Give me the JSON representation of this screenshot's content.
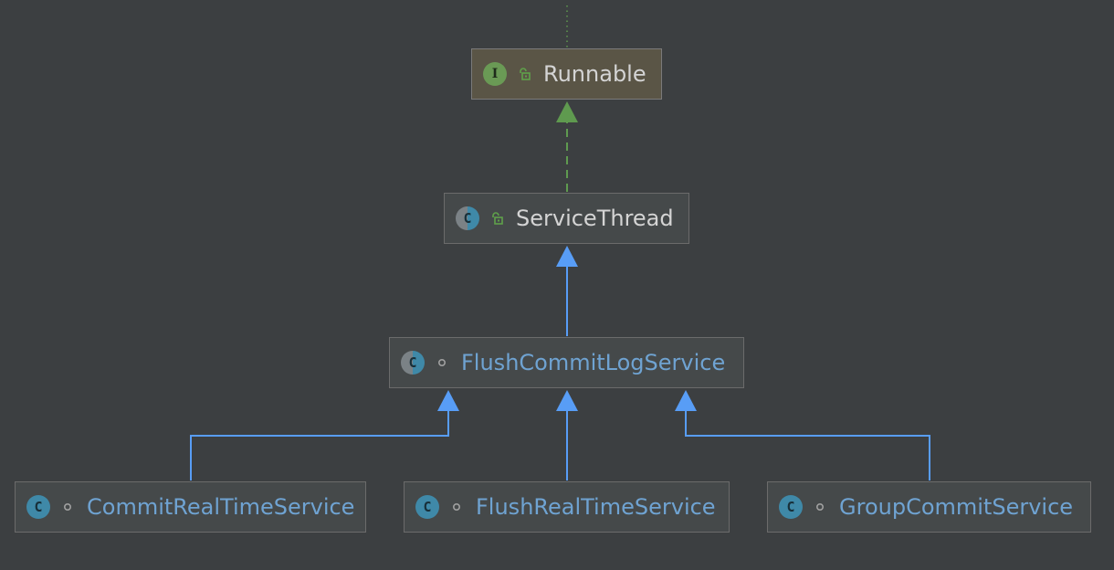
{
  "diagram": {
    "nodes": [
      {
        "id": "runnable",
        "name": "Runnable",
        "kind": "interface",
        "kind_letter": "I",
        "visibility": "public",
        "name_color": "#d4d4d4"
      },
      {
        "id": "service-thread",
        "name": "ServiceThread",
        "kind": "abstract-class",
        "kind_letter": "C",
        "visibility": "public",
        "name_color": "#d4d4d4"
      },
      {
        "id": "flush-commit-log-service",
        "name": "FlushCommitLogService",
        "kind": "abstract-class",
        "kind_letter": "C",
        "visibility": "package-private",
        "name_color": "#6fa3d2"
      },
      {
        "id": "commit-real-time-service",
        "name": "CommitRealTimeService",
        "kind": "class",
        "kind_letter": "C",
        "visibility": "package-private",
        "name_color": "#6fa3d2"
      },
      {
        "id": "flush-real-time-service",
        "name": "FlushRealTimeService",
        "kind": "class",
        "kind_letter": "C",
        "visibility": "package-private",
        "name_color": "#6fa3d2"
      },
      {
        "id": "group-commit-service",
        "name": "GroupCommitService",
        "kind": "class",
        "kind_letter": "C",
        "visibility": "package-private",
        "name_color": "#6fa3d2"
      }
    ],
    "edges": [
      {
        "from": "service-thread",
        "to": "runnable",
        "type": "implements",
        "color": "#5f9a4f"
      },
      {
        "from": "flush-commit-log-service",
        "to": "service-thread",
        "type": "extends",
        "color": "#589df6"
      },
      {
        "from": "commit-real-time-service",
        "to": "flush-commit-log-service",
        "type": "extends",
        "color": "#589df6"
      },
      {
        "from": "flush-real-time-service",
        "to": "flush-commit-log-service",
        "type": "extends",
        "color": "#589df6"
      },
      {
        "from": "group-commit-service",
        "to": "flush-commit-log-service",
        "type": "extends",
        "color": "#589df6"
      }
    ],
    "colors": {
      "background": "#3c3f41",
      "interface_fill": "#5a5546",
      "class_fill": "#45494a",
      "implements_arrow": "#5f9a4f",
      "extends_arrow": "#589df6"
    }
  }
}
